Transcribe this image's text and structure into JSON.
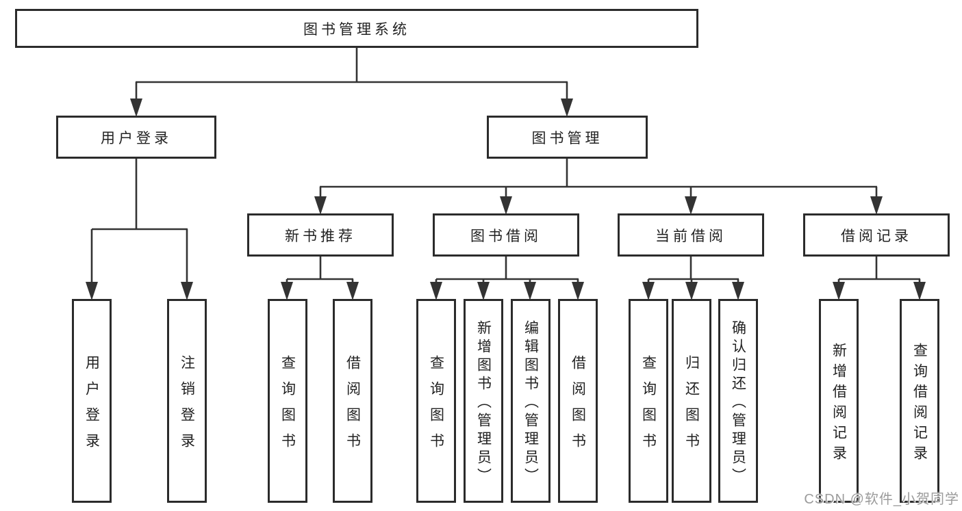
{
  "diagram": {
    "root": {
      "label": "图书管理系统"
    },
    "branches": [
      {
        "label": "用户登录",
        "children": [
          {
            "label": "用户登录"
          },
          {
            "label": "注销登录"
          }
        ]
      },
      {
        "label": "图书管理",
        "children": [
          {
            "label": "新书推荐",
            "children": [
              {
                "label": "查询图书"
              },
              {
                "label": "借阅图书"
              }
            ]
          },
          {
            "label": "图书借阅",
            "children": [
              {
                "label": "查询图书"
              },
              {
                "label": "新增图书（管理员）"
              },
              {
                "label": "编辑图书（管理员）"
              },
              {
                "label": "借阅图书"
              }
            ]
          },
          {
            "label": "当前借阅",
            "children": [
              {
                "label": "查询图书"
              },
              {
                "label": "归还图书"
              },
              {
                "label": "确认归还（管理员）"
              }
            ]
          },
          {
            "label": "借阅记录",
            "children": [
              {
                "label": "新增借阅记录"
              },
              {
                "label": "查询借阅记录"
              }
            ]
          }
        ]
      }
    ]
  },
  "watermark": {
    "text": "CSDN @软件_小贺同学",
    "color": "#9b9b9b"
  },
  "colors": {
    "line": "#333333",
    "box_border": "#2b2b2b",
    "text": "#222222",
    "background": "#ffffff"
  }
}
